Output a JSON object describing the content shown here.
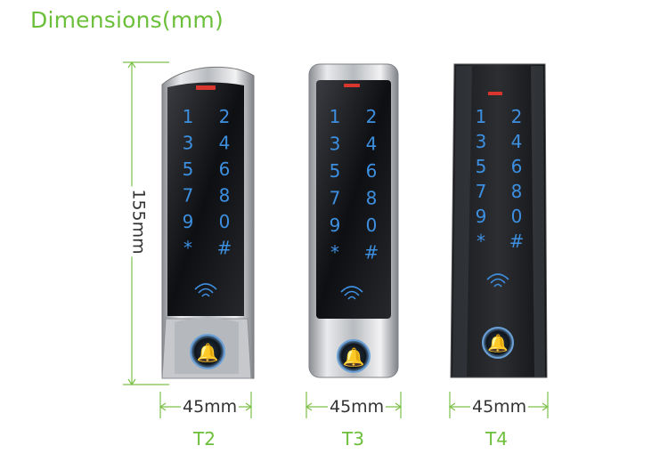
{
  "title": "Dimensions(mm)",
  "height_label": "155mm",
  "models": [
    {
      "name": "T2",
      "width_label": "45mm"
    },
    {
      "name": "T3",
      "width_label": "45mm"
    },
    {
      "name": "T4",
      "width_label": "45mm"
    }
  ],
  "keys": [
    "1",
    "2",
    "3",
    "4",
    "5",
    "6",
    "7",
    "8",
    "9",
    "0",
    "*",
    "#"
  ],
  "colors": {
    "accent": "#7cc04a",
    "key_glow": "#3d8fe0"
  },
  "icons": [
    "wifi-icon",
    "bell-icon"
  ]
}
